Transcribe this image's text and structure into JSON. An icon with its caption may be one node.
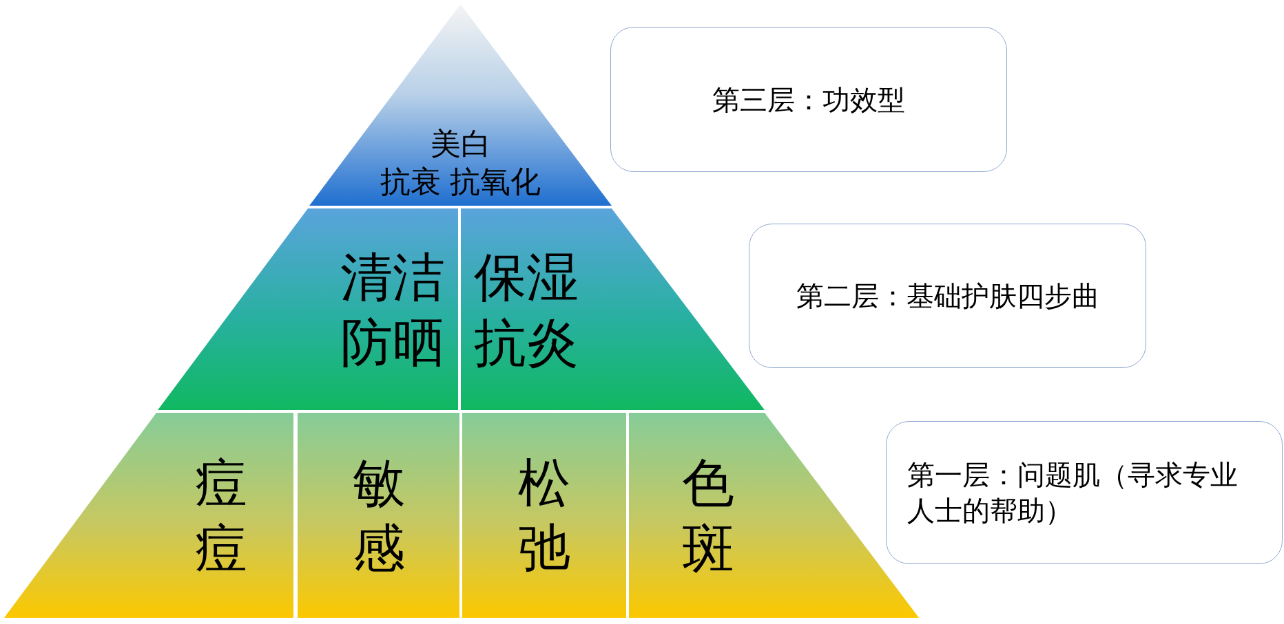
{
  "diagram": {
    "nodes": [
      {
        "text": [
          "美白抗衰 抗氧化"
        ]
      },
      {
        "text": [
          "清洁防晒"
        ]
      },
      {
        "text": [
          "保湿抗炎"
        ]
      },
      {
        "text": [
          "痘痘"
        ]
      },
      {
        "text": [
          "敏感"
        ]
      },
      {
        "text": [
          "松弛"
        ]
      },
      {
        "text": [
          "色斑"
        ]
      },
      {
        "text": [
          "第三层：功效型"
        ]
      },
      {
        "text": [
          "第二层：基础护肤四步曲"
        ]
      },
      {
        "text": [
          "第一层：问题肌（寻求专业人士的帮助）"
        ]
      }
    ]
  }
}
